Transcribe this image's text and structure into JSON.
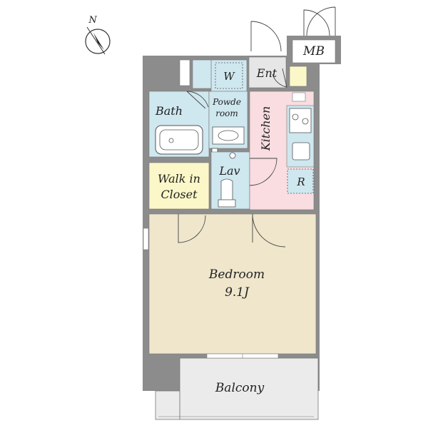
{
  "compass": {
    "north_label": "N"
  },
  "rooms": {
    "mb": "MB",
    "ent": "Ent",
    "w": "W",
    "bath": "Bath",
    "powder_line1": "Powde",
    "powder_line2": "room",
    "kitchen": "Kitchen",
    "lav": "Lav",
    "walkin_line1": "Walk in",
    "walkin_line2": "Closet",
    "r": "R",
    "bedroom": "Bedroom",
    "bedroom_size": "9.1J",
    "balcony": "Balcony"
  },
  "colors": {
    "wall": "#8c8c8c",
    "wet_area": "#cfe7ef",
    "kitchen": "#f9dde0",
    "closet": "#fbf7c8",
    "bedroom": "#efe6cc",
    "entrance": "#e6e6e6",
    "balcony": "#ebebeb"
  }
}
